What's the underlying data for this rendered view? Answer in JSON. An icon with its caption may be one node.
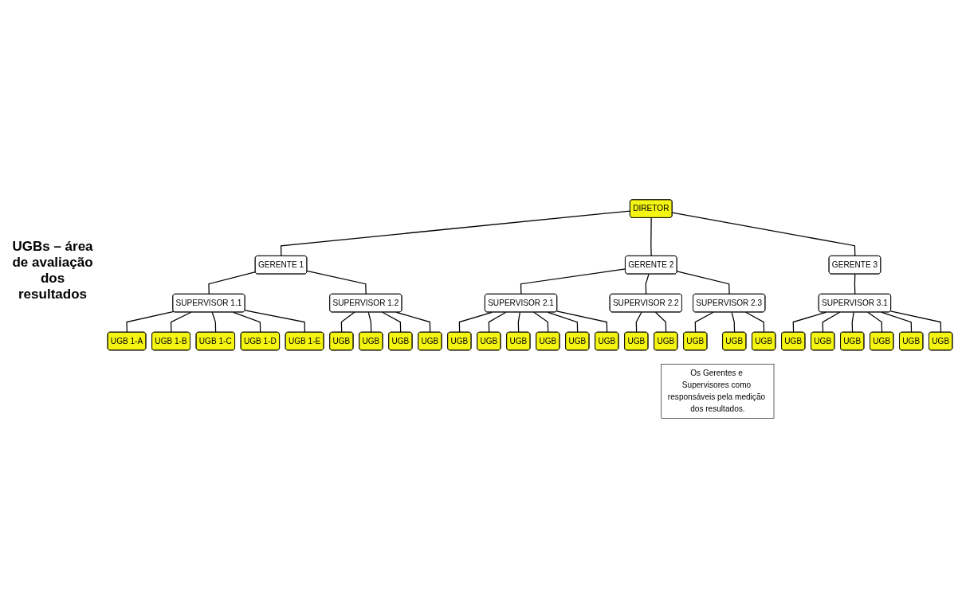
{
  "diagram": {
    "nodes": [
      {
        "text": [
          "DIRETOR"
        ]
      },
      {
        "text": [
          "GERENTE 1"
        ]
      },
      {
        "text": [
          "GERENTE 2"
        ]
      },
      {
        "text": [
          "GERENTE 3"
        ]
      },
      {
        "text": [
          "SUPERVISOR 1.1"
        ]
      },
      {
        "text": [
          "SUPERVISOR 1.2"
        ]
      },
      {
        "text": [
          "SUPERVISOR 2.1"
        ]
      },
      {
        "text": [
          "SUPERVISOR 2.2"
        ]
      },
      {
        "text": [
          "SUPERVISOR 2.3"
        ]
      },
      {
        "text": [
          "SUPERVISOR 3.1"
        ]
      },
      {
        "text": [
          "UGB 1-A"
        ]
      },
      {
        "text": [
          "UGB 1-B"
        ]
      },
      {
        "text": [
          "UGB 1-C"
        ]
      },
      {
        "text": [
          "UGB 1-D"
        ]
      },
      {
        "text": [
          "UGB 1-E"
        ]
      },
      {
        "text": [
          "UGB"
        ]
      },
      {
        "text": [
          "UGB"
        ]
      },
      {
        "text": [
          "UGB"
        ]
      },
      {
        "text": [
          "UGB"
        ]
      },
      {
        "text": [
          "UGB"
        ]
      },
      {
        "text": [
          "UGB"
        ]
      },
      {
        "text": [
          "UGB"
        ]
      },
      {
        "text": [
          "UGB"
        ]
      },
      {
        "text": [
          "UGB"
        ]
      },
      {
        "text": [
          "UGB"
        ]
      },
      {
        "text": [
          "UGB"
        ]
      },
      {
        "text": [
          "UGB"
        ]
      },
      {
        "text": [
          "UGB"
        ]
      },
      {
        "text": [
          "UGB"
        ]
      },
      {
        "text": [
          "UGB"
        ]
      },
      {
        "text": [
          "UGB"
        ]
      },
      {
        "text": [
          "UGB"
        ]
      },
      {
        "text": [
          "UGB"
        ]
      },
      {
        "text": [
          "UGB"
        ]
      },
      {
        "text": [
          "UGB"
        ]
      },
      {
        "text": [
          "UGB"
        ]
      },
      {
        "text": [
          "Os Gerentes e Supervisores como responsáveis pela medição dos resultados."
        ]
      }
    ],
    "edges": [
      {
        "from": 0,
        "to": 1,
        "arrow": "none"
      },
      {
        "from": 0,
        "to": 2,
        "arrow": "none"
      },
      {
        "from": 0,
        "to": 3,
        "arrow": "none"
      },
      {
        "from": 1,
        "to": 4,
        "arrow": "none"
      },
      {
        "from": 1,
        "to": 5,
        "arrow": "none"
      },
      {
        "from": 2,
        "to": 6,
        "arrow": "none"
      },
      {
        "from": 2,
        "to": 7,
        "arrow": "none"
      },
      {
        "from": 2,
        "to": 8,
        "arrow": "none"
      },
      {
        "from": 3,
        "to": 9,
        "arrow": "none"
      },
      {
        "from": 4,
        "to": 10,
        "arrow": "none"
      },
      {
        "from": 4,
        "to": 11,
        "arrow": "none"
      },
      {
        "from": 4,
        "to": 12,
        "arrow": "none"
      },
      {
        "from": 4,
        "to": 13,
        "arrow": "none"
      },
      {
        "from": 4,
        "to": 14,
        "arrow": "none"
      },
      {
        "from": 5,
        "to": 15,
        "arrow": "none"
      },
      {
        "from": 5,
        "to": 16,
        "arrow": "none"
      },
      {
        "from": 5,
        "to": 17,
        "arrow": "none"
      },
      {
        "from": 5,
        "to": 18,
        "arrow": "none"
      },
      {
        "from": 6,
        "to": 19,
        "arrow": "none"
      },
      {
        "from": 6,
        "to": 20,
        "arrow": "none"
      },
      {
        "from": 6,
        "to": 21,
        "arrow": "none"
      },
      {
        "from": 6,
        "to": 22,
        "arrow": "none"
      },
      {
        "from": 6,
        "to": 23,
        "arrow": "none"
      },
      {
        "from": 6,
        "to": 24,
        "arrow": "none"
      },
      {
        "from": 7,
        "to": 25,
        "arrow": "none"
      },
      {
        "from": 7,
        "to": 26,
        "arrow": "none"
      },
      {
        "from": 8,
        "to": 27,
        "arrow": "none"
      },
      {
        "from": 8,
        "to": 28,
        "arrow": "none"
      },
      {
        "from": 8,
        "to": 29,
        "arrow": "none"
      },
      {
        "from": 9,
        "to": 30,
        "arrow": "none"
      },
      {
        "from": 9,
        "to": 31,
        "arrow": "none"
      },
      {
        "from": 9,
        "to": 32,
        "arrow": "none"
      },
      {
        "from": 9,
        "to": 33,
        "arrow": "none"
      },
      {
        "from": 9,
        "to": 34,
        "arrow": "none"
      },
      {
        "from": 9,
        "to": 35,
        "arrow": "none"
      }
    ],
    "labels": [
      "UGBs – área de avaliação dos resultados"
    ]
  }
}
